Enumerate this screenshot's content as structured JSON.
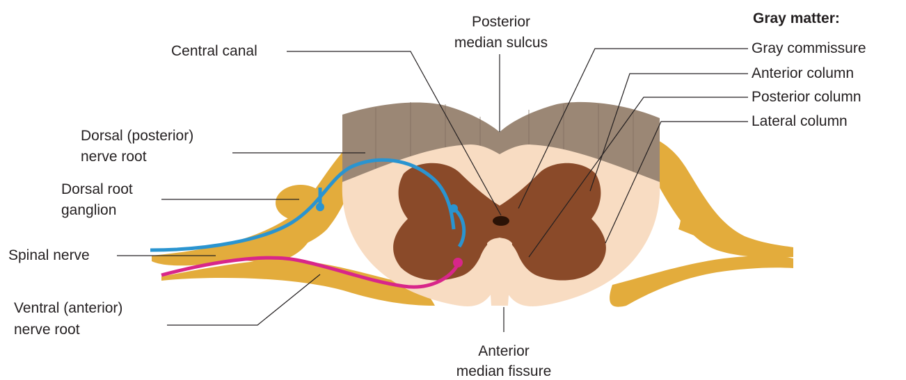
{
  "diagram": {
    "colors": {
      "white_matter_top": "#9b8775",
      "white_matter_face": "#f8dcc2",
      "gray_matter": "#8a4a29",
      "central_canal": "#2a1206",
      "nerve": "#e3ac3c",
      "sensory_pathway": "#2a94d0",
      "motor_pathway": "#d8268a",
      "leader_line": "#231f20"
    },
    "labels": {
      "posterior_median_sulcus_1": "Posterior",
      "posterior_median_sulcus_2": "median sulcus",
      "central_canal": "Central canal",
      "dorsal_nerve_root_1": "Dorsal (posterior)",
      "dorsal_nerve_root_2": "nerve root",
      "dorsal_root_ganglion_1": "Dorsal root",
      "dorsal_root_ganglion_2": "ganglion",
      "spinal_nerve": "Spinal nerve",
      "ventral_nerve_root_1": "Ventral (anterior)",
      "ventral_nerve_root_2": "nerve root",
      "anterior_median_fissure_1": "Anterior",
      "anterior_median_fissure_2": "median fissure",
      "gray_matter_heading": "Gray matter:",
      "gray_commissure": "Gray commissure",
      "anterior_column": "Anterior column",
      "posterior_column": "Posterior column",
      "lateral_column": "Lateral column"
    }
  }
}
